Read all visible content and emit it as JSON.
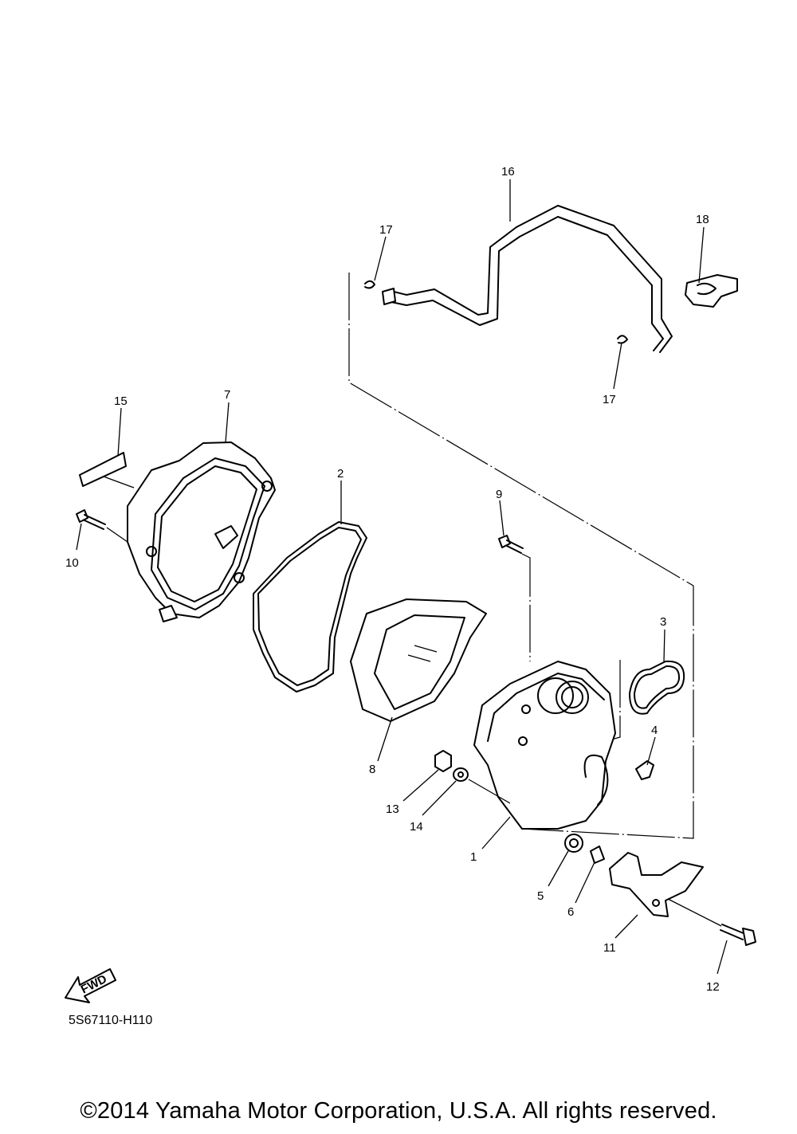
{
  "parts": [
    {
      "id": "1",
      "label": "1"
    },
    {
      "id": "2",
      "label": "2"
    },
    {
      "id": "3",
      "label": "3"
    },
    {
      "id": "4",
      "label": "4"
    },
    {
      "id": "5",
      "label": "5"
    },
    {
      "id": "6",
      "label": "6"
    },
    {
      "id": "7",
      "label": "7"
    },
    {
      "id": "8",
      "label": "8"
    },
    {
      "id": "9",
      "label": "9"
    },
    {
      "id": "10",
      "label": "10"
    },
    {
      "id": "11",
      "label": "11"
    },
    {
      "id": "12",
      "label": "12"
    },
    {
      "id": "13",
      "label": "13"
    },
    {
      "id": "14",
      "label": "14"
    },
    {
      "id": "15",
      "label": "15"
    },
    {
      "id": "16",
      "label": "16"
    },
    {
      "id": "17a",
      "label": "17"
    },
    {
      "id": "17b",
      "label": "17"
    },
    {
      "id": "18",
      "label": "18"
    }
  ],
  "fwd_label": "FWD",
  "drawing_code": "5S67110-H110",
  "copyright": "©2014 Yamaha Motor Corporation, U.S.A. All rights reserved."
}
